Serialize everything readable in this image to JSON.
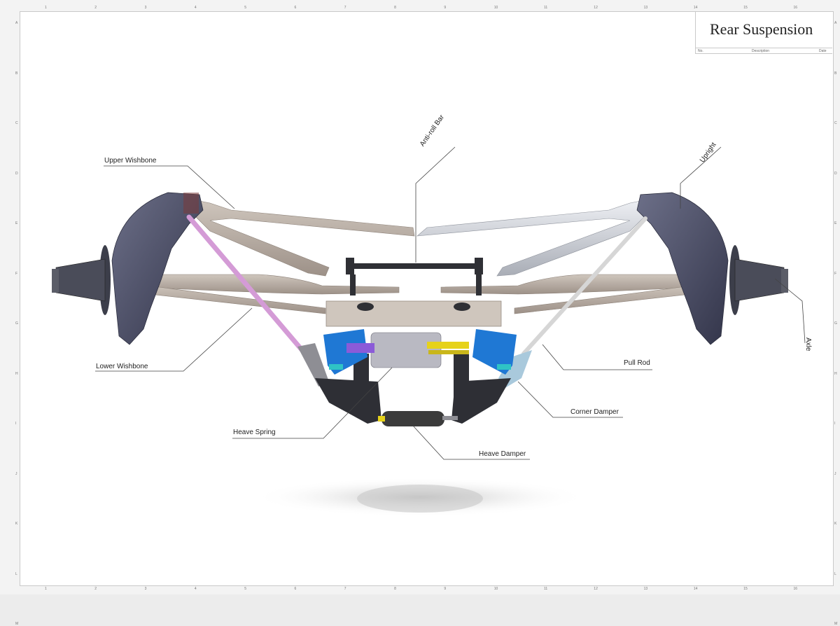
{
  "title": "Rear Suspension",
  "revision_table": {
    "headers": [
      "No.",
      "Description",
      "Date"
    ]
  },
  "border_columns": [
    "1",
    "2",
    "3",
    "4",
    "5",
    "6",
    "7",
    "8",
    "9",
    "10",
    "11",
    "12",
    "13",
    "14",
    "15",
    "16"
  ],
  "border_rows": [
    "A",
    "B",
    "C",
    "D",
    "E",
    "F",
    "G",
    "H",
    "I",
    "J",
    "K",
    "L",
    "M"
  ],
  "callouts": {
    "upper_wishbone": "Upper Wishbone",
    "anti_roll_bar": "Anti-roll Bar",
    "upright": "Upright",
    "axle": "Axle",
    "lower_wishbone": "Lower Wishbone",
    "pull_rod": "Pull Rod",
    "corner_damper": "Corner Damper",
    "heave_spring": "Heave Spring",
    "heave_damper": "Heave Damper"
  },
  "colors": {
    "wishbone": "#b8ada3",
    "wishbone_chrome": "#c9ccd2",
    "upright": "#4a4d63",
    "pull_rod_left": "#d49bd6",
    "pull_rod_right": "#d6d6d6",
    "corner_damper": "#1f78d4",
    "heave_spring": "#8b5bd8",
    "anti_roll_bar": "#2f3035",
    "rocker_yellow": "#e6d21a",
    "heave_damper": "#3b3b3b"
  }
}
